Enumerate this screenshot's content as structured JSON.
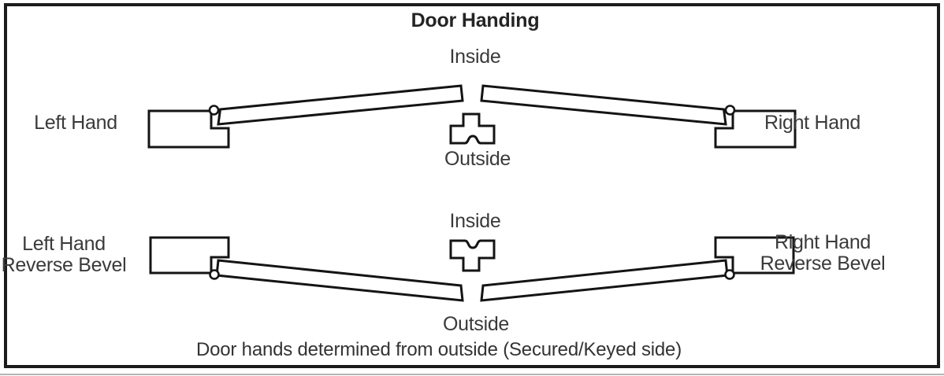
{
  "title": "Door Handing",
  "caption": "Door hands determined from outside (Secured/Keyed side)",
  "rows": {
    "standard": {
      "inside": "Inside",
      "outside": "Outside",
      "left": "Left Hand",
      "right": "Right Hand"
    },
    "reverse": {
      "inside": "Inside",
      "outside": "Outside",
      "left": [
        "Left Hand",
        "Reverse Bevel"
      ],
      "right": [
        "Right Hand",
        "Reverse Bevel"
      ]
    }
  },
  "icons": {
    "keyed_cylinder": "key-cylinder-cross-section",
    "hinge": "hinge-pivot-circle"
  },
  "colors": {
    "line": "#141414",
    "border": "#1c1c1c",
    "text": "#3a3a3a",
    "title_text": "#242424",
    "background": "#ffffff"
  }
}
